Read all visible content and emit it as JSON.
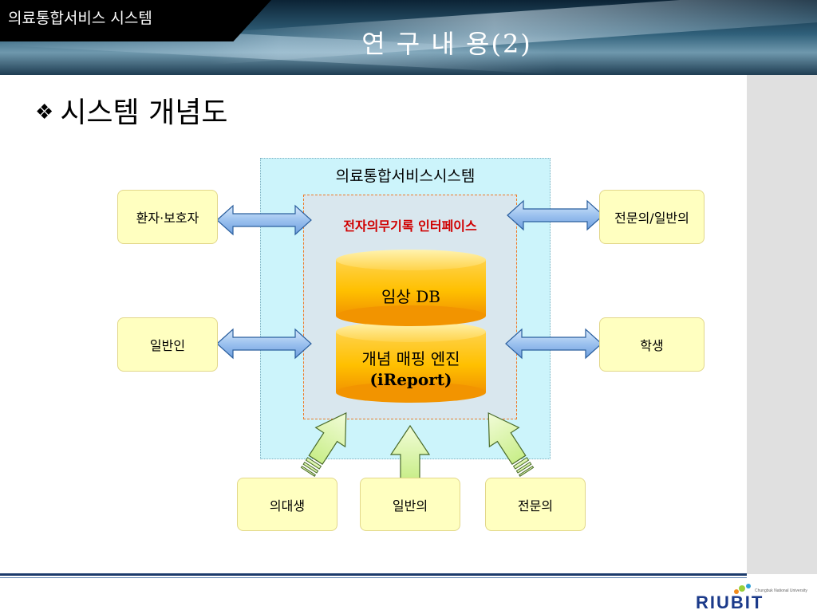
{
  "header": {
    "system_label": "의료통합서비스 시스템",
    "slide_title": "연 구 내 용(2)"
  },
  "heading": {
    "bullet": "❖",
    "text": "시스템 개념도"
  },
  "diagram": {
    "system_title": "의료통합서비스시스템",
    "interface_title": "전자의무기록 인터페이스",
    "db_top": "임상 DB",
    "db_bottom_line1": "개념 매핑 엔진",
    "db_bottom_line2": "(iReport)",
    "left_nodes": [
      "환자·보호자",
      "일반인"
    ],
    "right_nodes": [
      "전문의/일반의",
      "학생"
    ],
    "bottom_nodes": [
      "의대생",
      "일반의",
      "전문의"
    ]
  },
  "logo": {
    "text": "RIUBIT",
    "subtext": "Chungbuk National University"
  },
  "colors": {
    "outer_box": "#ccf4fb",
    "inner_box": "#d9e7ee",
    "node_fill": "#ffffc0",
    "cylinder": "#ffc000",
    "double_arrow": "#a7c8f0",
    "up_arrow": "#d9f5a0",
    "interface_text": "#d00000"
  }
}
